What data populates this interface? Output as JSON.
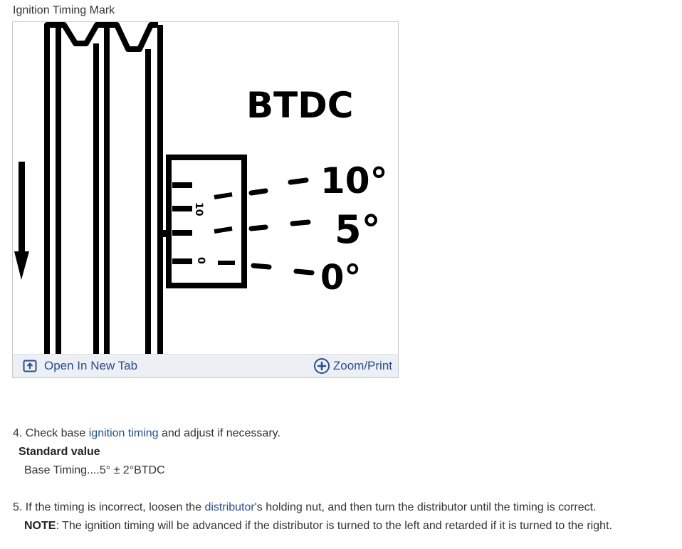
{
  "figure": {
    "caption": "Ignition Timing Mark",
    "labels": {
      "btdc": "BTDC",
      "ten": "10°",
      "five": "5°",
      "zero": "0°",
      "scale_ten": "10",
      "scale_zero": "0"
    },
    "open_tab_label": "Open In New Tab",
    "zoom_label": "Zoom/Print",
    "link_color": "#2a4d8f"
  },
  "step4": {
    "number": "4.",
    "pre": "Check base ",
    "link": "ignition timing",
    "post": " and adjust if necessary.",
    "sub_heading": "Standard value",
    "sub_value": "Base Timing....5° ± 2°BTDC"
  },
  "step5": {
    "number": "5.",
    "pre": "If the timing is incorrect, loosen the ",
    "link": "distributor",
    "post": "'s holding nut, and then turn the distributor until the timing is correct.",
    "note_label": "NOTE",
    "note_text": ": The ignition timing will be advanced if the distributor is turned to the left and retarded if it is turned to the right."
  }
}
